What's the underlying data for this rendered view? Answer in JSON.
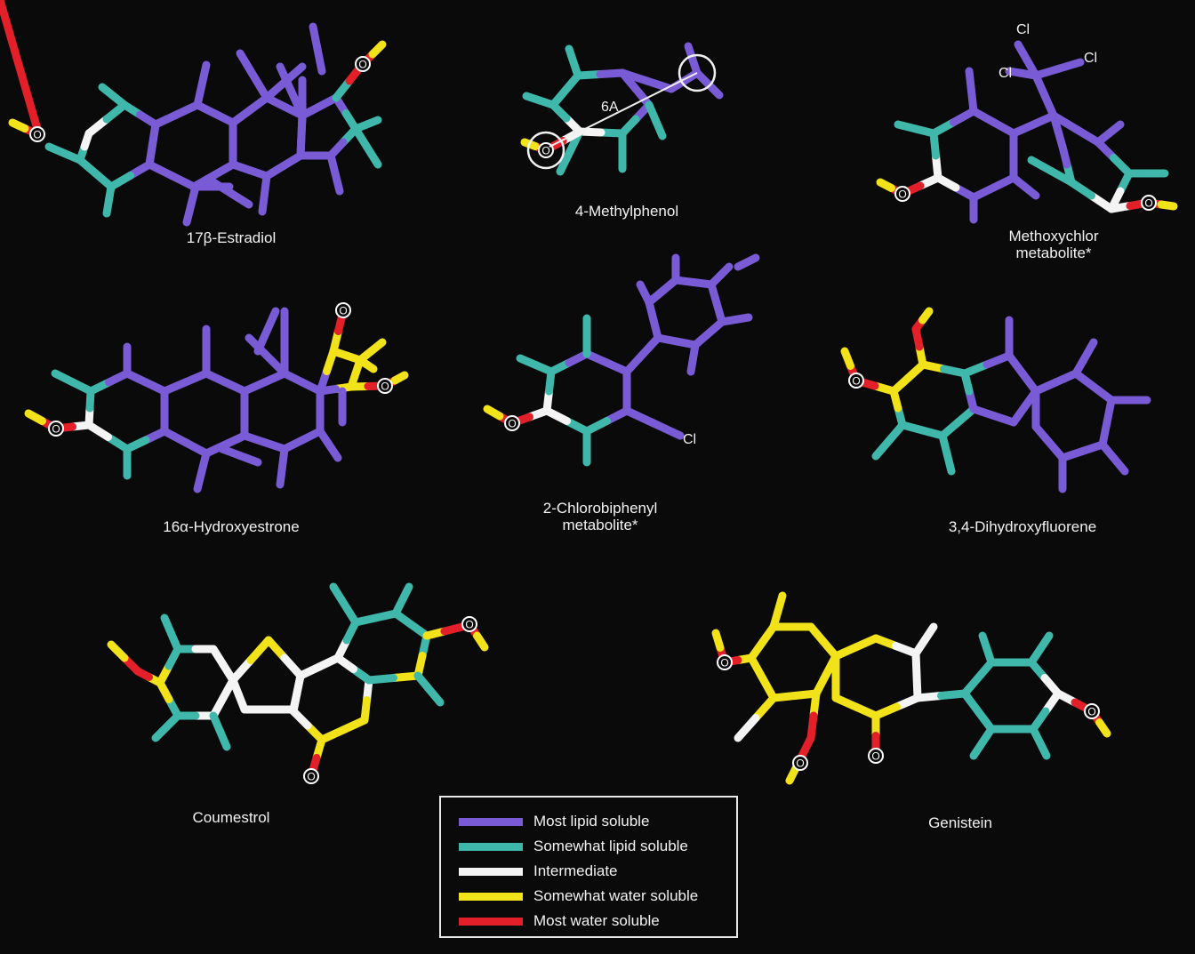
{
  "colors": {
    "most_lipid": "#7a5bd6",
    "somewhat_lipid": "#3fb7aa",
    "intermediate": "#f4f4f4",
    "somewhat_water": "#f2e21a",
    "most_water": "#e3202a",
    "hydroxyl_h": "#f2e21a",
    "background": "#0a0a0a"
  },
  "legend": {
    "items": [
      {
        "label": "Most lipid soluble",
        "color_key": "most_lipid"
      },
      {
        "label": "Somewhat lipid soluble",
        "color_key": "somewhat_lipid"
      },
      {
        "label": "Intermediate",
        "color_key": "intermediate"
      },
      {
        "label": "Somewhat water soluble",
        "color_key": "somewhat_water"
      },
      {
        "label": "Most water soluble",
        "color_key": "most_water"
      }
    ]
  },
  "molecules": [
    {
      "id": "estradiol",
      "name": "17β-Estradiol"
    },
    {
      "id": "methylphenol",
      "name": "4-Methylphenol"
    },
    {
      "id": "methoxychlor",
      "name": "Methoxychlor\nmetabolite*"
    },
    {
      "id": "hydroxyestrone",
      "name": "16α-Hydroxyestrone"
    },
    {
      "id": "chlorobiphenyl",
      "name": "2-Chlorobiphenyl\nmetabolite*"
    },
    {
      "id": "dihydroxyfluorene",
      "name": "3,4-Dihydroxyfluorene"
    },
    {
      "id": "coumestrol",
      "name": "Coumestrol"
    },
    {
      "id": "genistein",
      "name": "Genistein"
    }
  ],
  "atom_labels": {
    "oxygen": "O",
    "chlorine": "Cl",
    "distance": "6A"
  }
}
